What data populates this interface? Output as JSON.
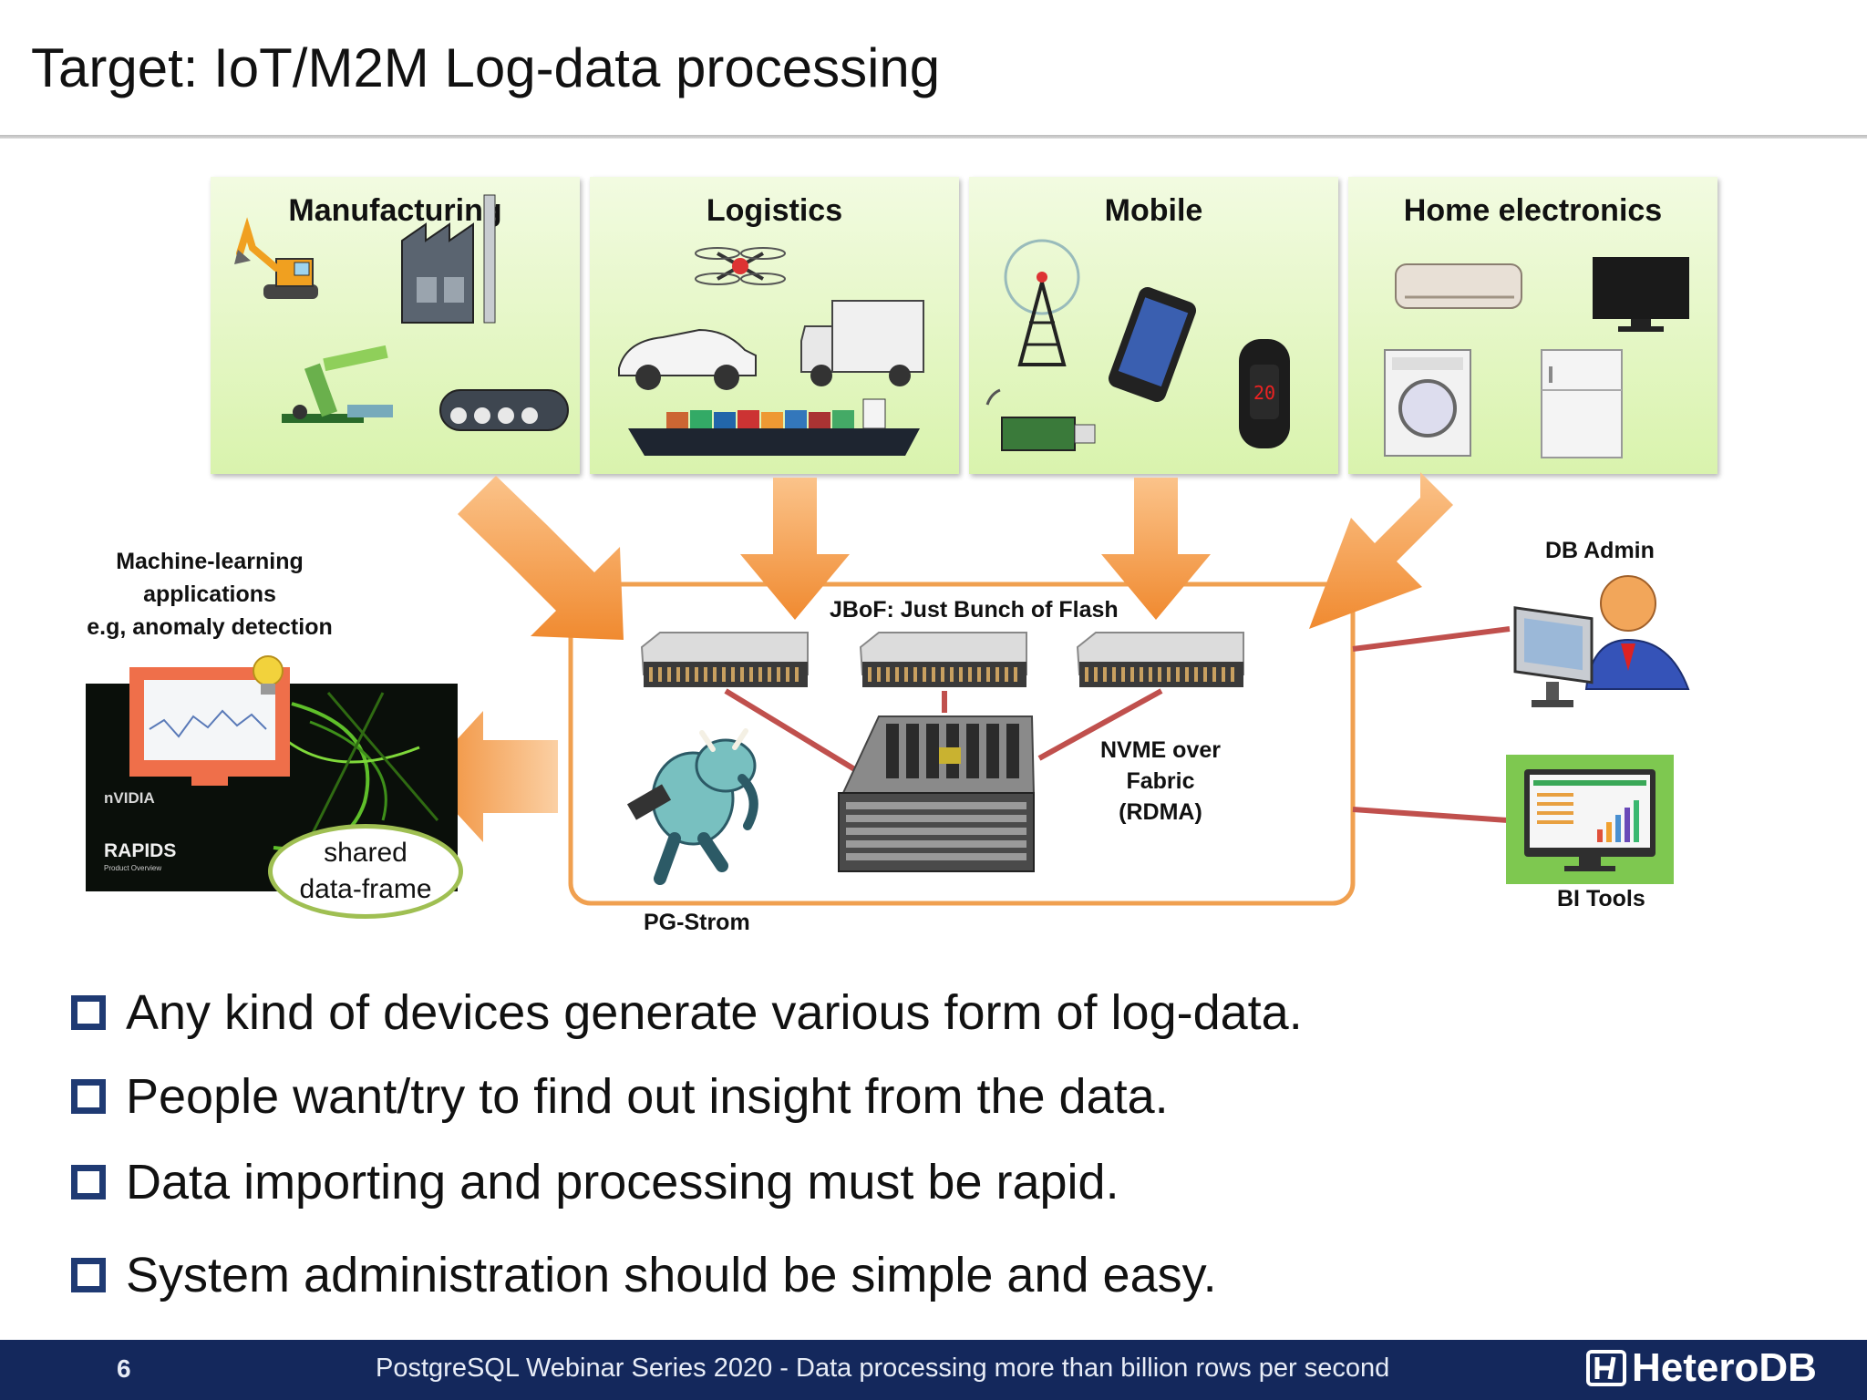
{
  "slide": {
    "title": "Target: IoT/M2M Log-data processing"
  },
  "categories": [
    {
      "label": "Manufacturing"
    },
    {
      "label": "Logistics"
    },
    {
      "label": "Mobile"
    },
    {
      "label": "Home electronics"
    }
  ],
  "diagram": {
    "jbof_label": "JBoF: Just Bunch of Flash",
    "nvme_label_line1": "NVME over",
    "nvme_label_line2": "Fabric",
    "nvme_label_line3": "(RDMA)",
    "pgstrom_label": "PG-Strom",
    "ml_label_line1": "Machine-learning",
    "ml_label_line2": "applications",
    "ml_label_line3": "e.g, anomaly detection",
    "dataframe_line1": "shared",
    "dataframe_line2": "data-frame",
    "nvidia_label": "nVIDIA",
    "rapids_label": "RAPIDS",
    "rapids_sub": "Product Overview",
    "db_admin_label": "DB Admin",
    "bi_tools_label": "BI Tools"
  },
  "bullets": [
    "Any kind of devices generate various form of log-data.",
    "People want/try to find out insight from the data.",
    "Data importing and processing must be rapid.",
    "System administration should be simple and easy."
  ],
  "footer": {
    "page_number": "6",
    "text": "PostgreSQL Webinar Series 2020 - Data processing more than billion rows per second",
    "brand": "HeteroDB"
  },
  "colors": {
    "arrow_orange": "#f39a44",
    "frame_orange": "#f0a050",
    "link_red": "#c0504d",
    "footer_navy": "#14285c",
    "bullet_navy": "#1f3a73",
    "panel_green": "#d9f3ad"
  }
}
